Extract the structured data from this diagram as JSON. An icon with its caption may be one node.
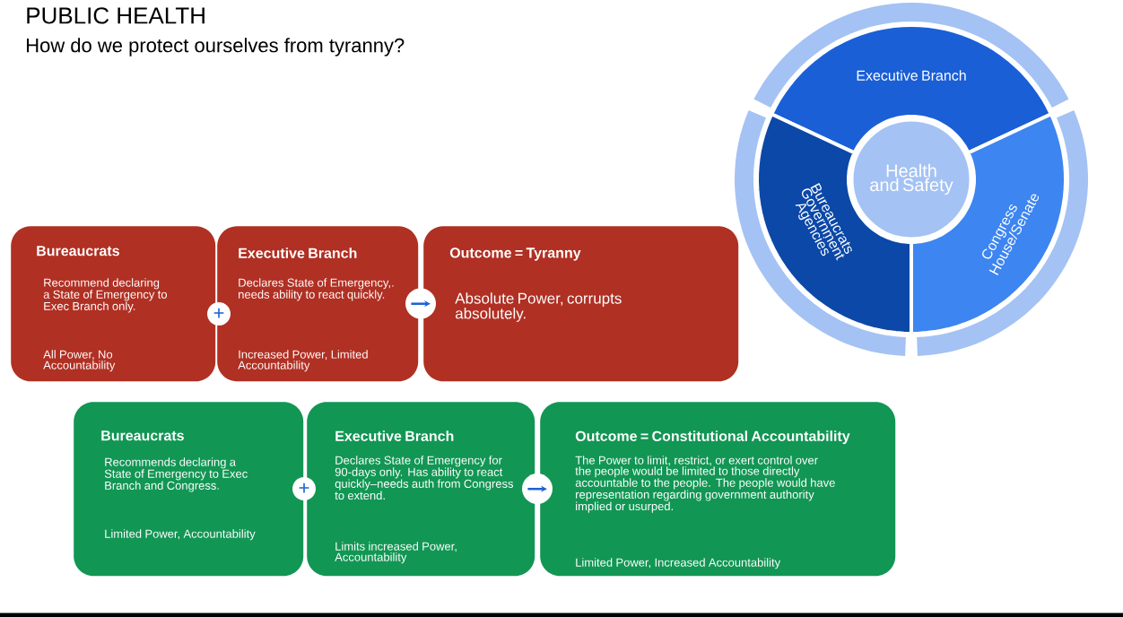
{
  "diagram": {
    "title": "PUBLIC HEALTH",
    "nodes": [
      {
        "text": [
          "Bureaucrats",
          "Recommend declaring a State of Emergency to Exec Branch only.",
          "All Power, No Accountability"
        ]
      },
      {
        "text": [
          "Executive Branch",
          "Declares State of Emergency,. needs ability to react quickly.",
          "Increased Power, Limited Accountability"
        ]
      },
      {
        "text": [
          "Outcome = Tyranny",
          "Absolute Power, corrupts absolutely."
        ]
      },
      {
        "text": [
          "Bureaucrats",
          "Recommends declaring a State of Emergency to Exec Branch and Congress.",
          "Limited Power, Accountability"
        ]
      },
      {
        "text": [
          "Executive Branch",
          "Declares State of Emergency for 90-days only.  Has ability to react quickly–needs auth from Congress to extend.",
          "Limits increased Power, Accountability"
        ]
      },
      {
        "text": [
          "Outcome = Constitutional Accountability",
          "The Power to limit, restrict, or exert control over the people would be limited to those directly accountable to the people.  The people would have representation regarding government authority implied or usurped.",
          "Limited Power, Increased Accountability"
        ]
      },
      {
        "text": [
          "Executive Branch"
        ]
      },
      {
        "text": [
          "Bureaucrats Government Agencies"
        ]
      },
      {
        "text": [
          "Congress House/Senate"
        ]
      },
      {
        "text": [
          "Health and Safety"
        ]
      }
    ],
    "edges": [
      {
        "from": 1,
        "to": 2,
        "arrow": "to"
      },
      {
        "from": 4,
        "to": 5,
        "arrow": "to"
      }
    ],
    "labels": [
      "How do we protect ourselves from tyranny?",
      "+",
      "+"
    ]
  }
}
